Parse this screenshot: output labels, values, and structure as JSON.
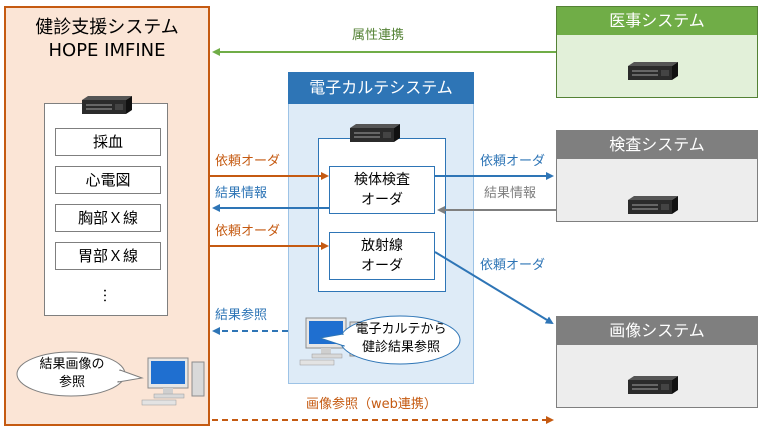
{
  "kenshin_system": {
    "title_line1": "健診支援システム",
    "title_line2": "HOPE IMFINE",
    "exam_items": [
      "採血",
      "心電図",
      "胸部Ｘ線",
      "胃部Ｘ線"
    ],
    "more": "︙",
    "bubble_line1": "結果画像の",
    "bubble_line2": "参照"
  },
  "emr_system": {
    "title": "電子カルテシステム",
    "order1_line1": "検体検査",
    "order1_line2": "オーダ",
    "order2_line1": "放射線",
    "order2_line2": "オーダ",
    "bubble_line1": "電子カルテから",
    "bubble_line2": "健診結果参照"
  },
  "iji_system": {
    "title": "医事システム"
  },
  "kensa_system": {
    "title": "検査システム"
  },
  "gazo_system": {
    "title": "画像システム"
  },
  "flows": {
    "attribute_link": "属性連携",
    "order_request_1": "依頼オーダ",
    "result_info_1": "結果情報",
    "order_request_2": "依頼オーダ",
    "result_reference": "結果参照",
    "order_request_lab": "依頼オーダ",
    "result_info_lab": "結果情報",
    "order_request_image": "依頼オーダ",
    "image_reference": "画像参照（web連携）"
  },
  "colors": {
    "kenshin_fill": "#fbe5d6",
    "kenshin_border": "#c55a11",
    "emr_header": "#2e75b6",
    "emr_fill": "#deebf7",
    "iji_header": "#70ad47",
    "gray_header": "#7f7f7f",
    "arrow_green": "#70ad47",
    "arrow_orange": "#c55a11",
    "arrow_blue": "#2e75b6",
    "arrow_gray": "#7f7f7f"
  }
}
